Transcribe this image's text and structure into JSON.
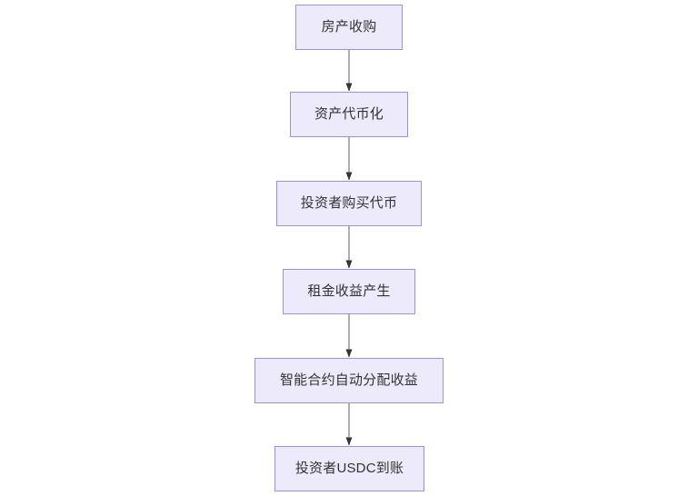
{
  "diagram": {
    "type": "flowchart",
    "direction": "top-down",
    "background_color": "#ffffff",
    "node_fill_color": "#ECEAFB",
    "node_border_color": "#9E8FD8",
    "node_text_color": "#333333",
    "edge_line_color": "#999999",
    "edge_arrowhead_color": "#333333",
    "nodes": [
      {
        "id": "n0",
        "label": "房产收购"
      },
      {
        "id": "n1",
        "label": "资产代币化"
      },
      {
        "id": "n2",
        "label": "投资者购买代币"
      },
      {
        "id": "n3",
        "label": "租金收益产生"
      },
      {
        "id": "n4",
        "label": "智能合约自动分配收益"
      },
      {
        "id": "n5",
        "label": "投资者USDC到账"
      }
    ],
    "edges": [
      {
        "from": "n0",
        "to": "n1",
        "label": ""
      },
      {
        "from": "n1",
        "to": "n2",
        "label": ""
      },
      {
        "from": "n2",
        "to": "n3",
        "label": ""
      },
      {
        "from": "n3",
        "to": "n4",
        "label": ""
      },
      {
        "from": "n4",
        "to": "n5",
        "label": ""
      }
    ]
  }
}
